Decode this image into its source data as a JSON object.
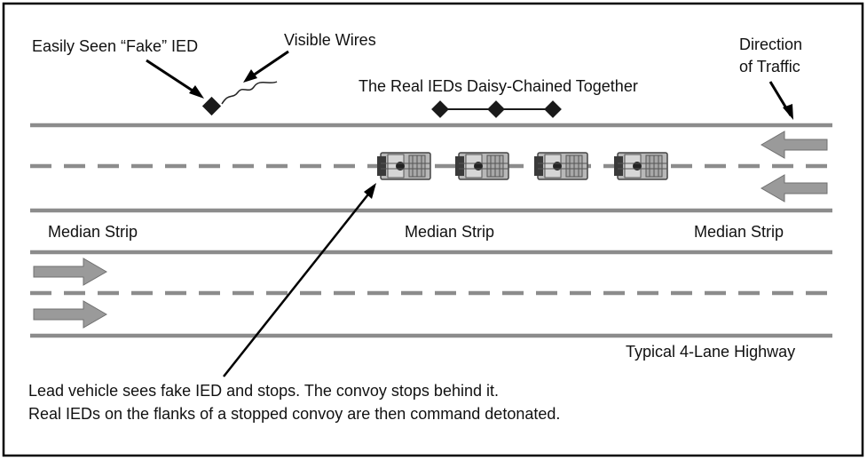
{
  "labels": {
    "fake_ied": "Easily Seen “Fake” IED",
    "visible_wires": "Visible Wires",
    "direction_line1": "Direction",
    "direction_line2": "of Traffic",
    "real_ieds": "The Real IEDs Daisy-Chained Together",
    "median_left": "Median Strip",
    "median_center": "Median Strip",
    "median_right": "Median Strip",
    "highway": "Typical 4-Lane Highway",
    "caption_line1": "Lead vehicle sees fake IED and stops. The convoy stops behind it.",
    "caption_line2": "Real IEDs on the flanks of a stopped convoy are then command detonated."
  },
  "colors": {
    "road_line": "#8c8c8c",
    "arrow_fill": "#9a9a9a",
    "ied": "#1a1a1a",
    "vehicle_body": "#b8b8b8",
    "vehicle_dark": "#3a3a3a",
    "frame": "#000000"
  },
  "icons": {
    "fake_ied": "diamond-icon",
    "real_ied": "diamond-icon",
    "vehicle": "truck-topdown-icon",
    "traffic_direction": "arrow-icon"
  }
}
